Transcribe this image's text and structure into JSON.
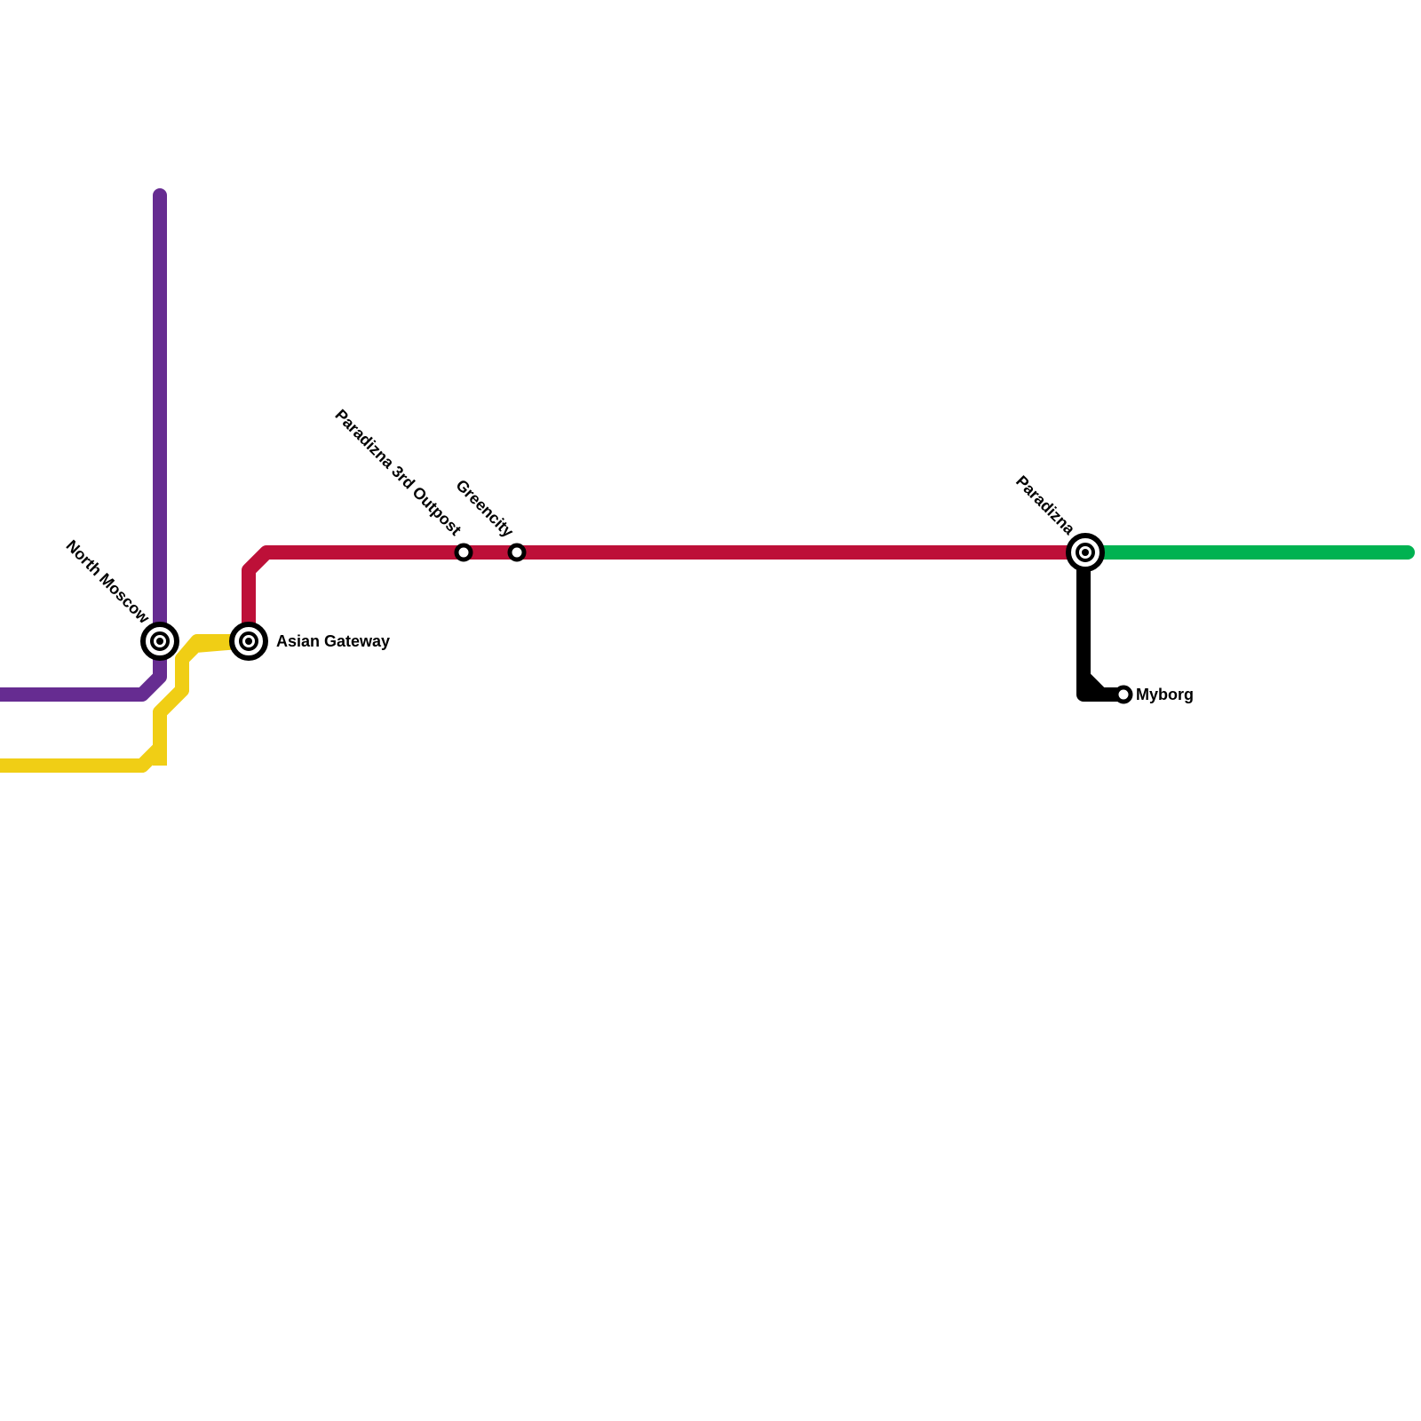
{
  "colors": {
    "background": "#ffffff",
    "purple_line": "#662c91",
    "yellow_line": "#f0ce15",
    "red_line": "#bd1038",
    "green_line": "#00b251",
    "black_line": "#000000",
    "station_stroke": "#000000",
    "station_fill": "#ffffff"
  },
  "lines": [
    {
      "id": "purple",
      "color": "#662c91"
    },
    {
      "id": "yellow",
      "color": "#f0ce15"
    },
    {
      "id": "red",
      "color": "#bd1038"
    },
    {
      "id": "green",
      "color": "#00b251"
    },
    {
      "id": "black",
      "color": "#000000"
    }
  ],
  "stations": {
    "north_moscow": {
      "name": "North Moscow",
      "type": "interchange"
    },
    "asian_gateway": {
      "name": "Asian Gateway",
      "type": "interchange"
    },
    "paradizna_3rd_outpost": {
      "name": "Paradizna 3rd Outpost",
      "type": "stop"
    },
    "greencity": {
      "name": "Greencity",
      "type": "stop"
    },
    "paradizna": {
      "name": "Paradizna",
      "type": "interchange"
    },
    "myborg": {
      "name": "Myborg",
      "type": "stop"
    }
  }
}
